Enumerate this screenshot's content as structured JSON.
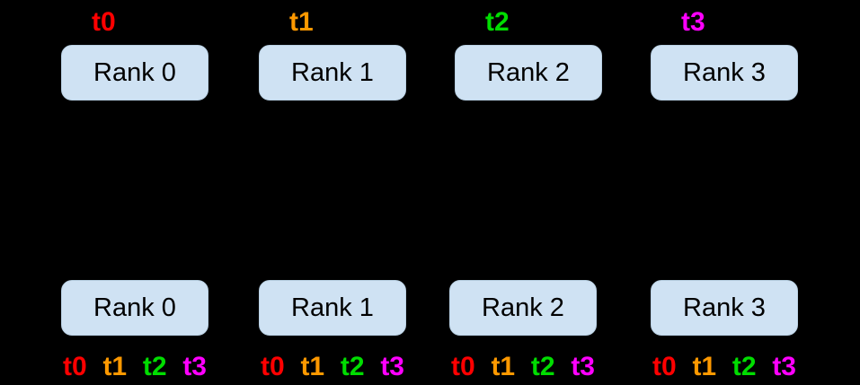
{
  "colors": {
    "background": "#000000",
    "box_fill": "#cfe2f3",
    "box_border": "#b9d0e3",
    "box_text": "#000000",
    "t0": "#ff0000",
    "t1": "#ff9900",
    "t2": "#00dd00",
    "t3": "#ff00ff"
  },
  "top_row": {
    "ranks": [
      {
        "rank_label": "Rank 0",
        "tensor": "t0",
        "tensor_color": "#ff0000"
      },
      {
        "rank_label": "Rank 1",
        "tensor": "t1",
        "tensor_color": "#ff9900"
      },
      {
        "rank_label": "Rank 2",
        "tensor": "t2",
        "tensor_color": "#00dd00"
      },
      {
        "rank_label": "Rank 3",
        "tensor": "t3",
        "tensor_color": "#ff00ff"
      }
    ]
  },
  "bottom_row": {
    "ranks": [
      {
        "rank_label": "Rank 0",
        "tensors": [
          {
            "text": "t0",
            "color": "#ff0000"
          },
          {
            "text": "t1",
            "color": "#ff9900"
          },
          {
            "text": "t2",
            "color": "#00dd00"
          },
          {
            "text": "t3",
            "color": "#ff00ff"
          }
        ]
      },
      {
        "rank_label": "Rank 1",
        "tensors": [
          {
            "text": "t0",
            "color": "#ff0000"
          },
          {
            "text": "t1",
            "color": "#ff9900"
          },
          {
            "text": "t2",
            "color": "#00dd00"
          },
          {
            "text": "t3",
            "color": "#ff00ff"
          }
        ]
      },
      {
        "rank_label": "Rank 2",
        "tensors": [
          {
            "text": "t0",
            "color": "#ff0000"
          },
          {
            "text": "t1",
            "color": "#ff9900"
          },
          {
            "text": "t2",
            "color": "#00dd00"
          },
          {
            "text": "t3",
            "color": "#ff00ff"
          }
        ]
      },
      {
        "rank_label": "Rank 3",
        "tensors": [
          {
            "text": "t0",
            "color": "#ff0000"
          },
          {
            "text": "t1",
            "color": "#ff9900"
          },
          {
            "text": "t2",
            "color": "#00dd00"
          },
          {
            "text": "t3",
            "color": "#ff00ff"
          }
        ]
      }
    ]
  }
}
